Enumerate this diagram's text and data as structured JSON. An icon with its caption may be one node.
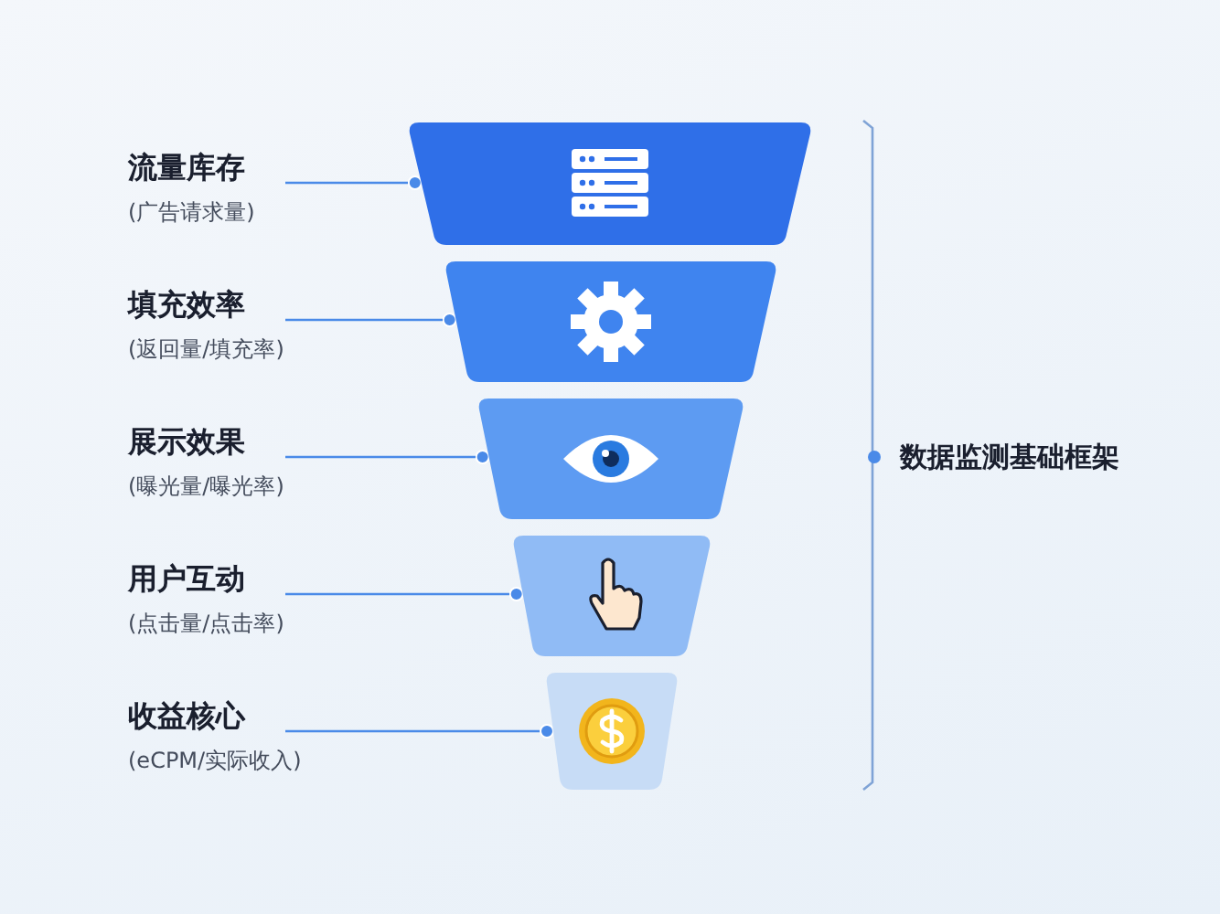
{
  "diagram": {
    "nodes": [
      {
        "text": [
          "流量库存",
          "(广告请求量)"
        ]
      },
      {
        "text": [
          "填充效率",
          "(返回量/填充率)"
        ]
      },
      {
        "text": [
          "展示效果",
          "(曝光量/曝光率)"
        ]
      },
      {
        "text": [
          "用户互动",
          "(点击量/点击率)"
        ]
      },
      {
        "text": [
          "收益核心",
          "(eCPM/实际收入)"
        ]
      },
      {
        "text": [],
        "shape": "bar"
      },
      {
        "text": [],
        "shape": "bar"
      },
      {
        "text": [],
        "shape": "bar"
      },
      {
        "text": [],
        "shape": "bar"
      },
      {
        "text": [],
        "shape": "bar"
      }
    ],
    "edges": [
      {
        "from": 0,
        "to": 5,
        "arrow": "other"
      },
      {
        "from": 1,
        "to": 6,
        "arrow": "other"
      },
      {
        "from": 2,
        "to": 7,
        "arrow": "other"
      },
      {
        "from": 3,
        "to": 8,
        "arrow": "other"
      },
      {
        "from": 4,
        "to": 9,
        "arrow": "other"
      }
    ],
    "labels": [
      "数据监测基础框架"
    ]
  }
}
